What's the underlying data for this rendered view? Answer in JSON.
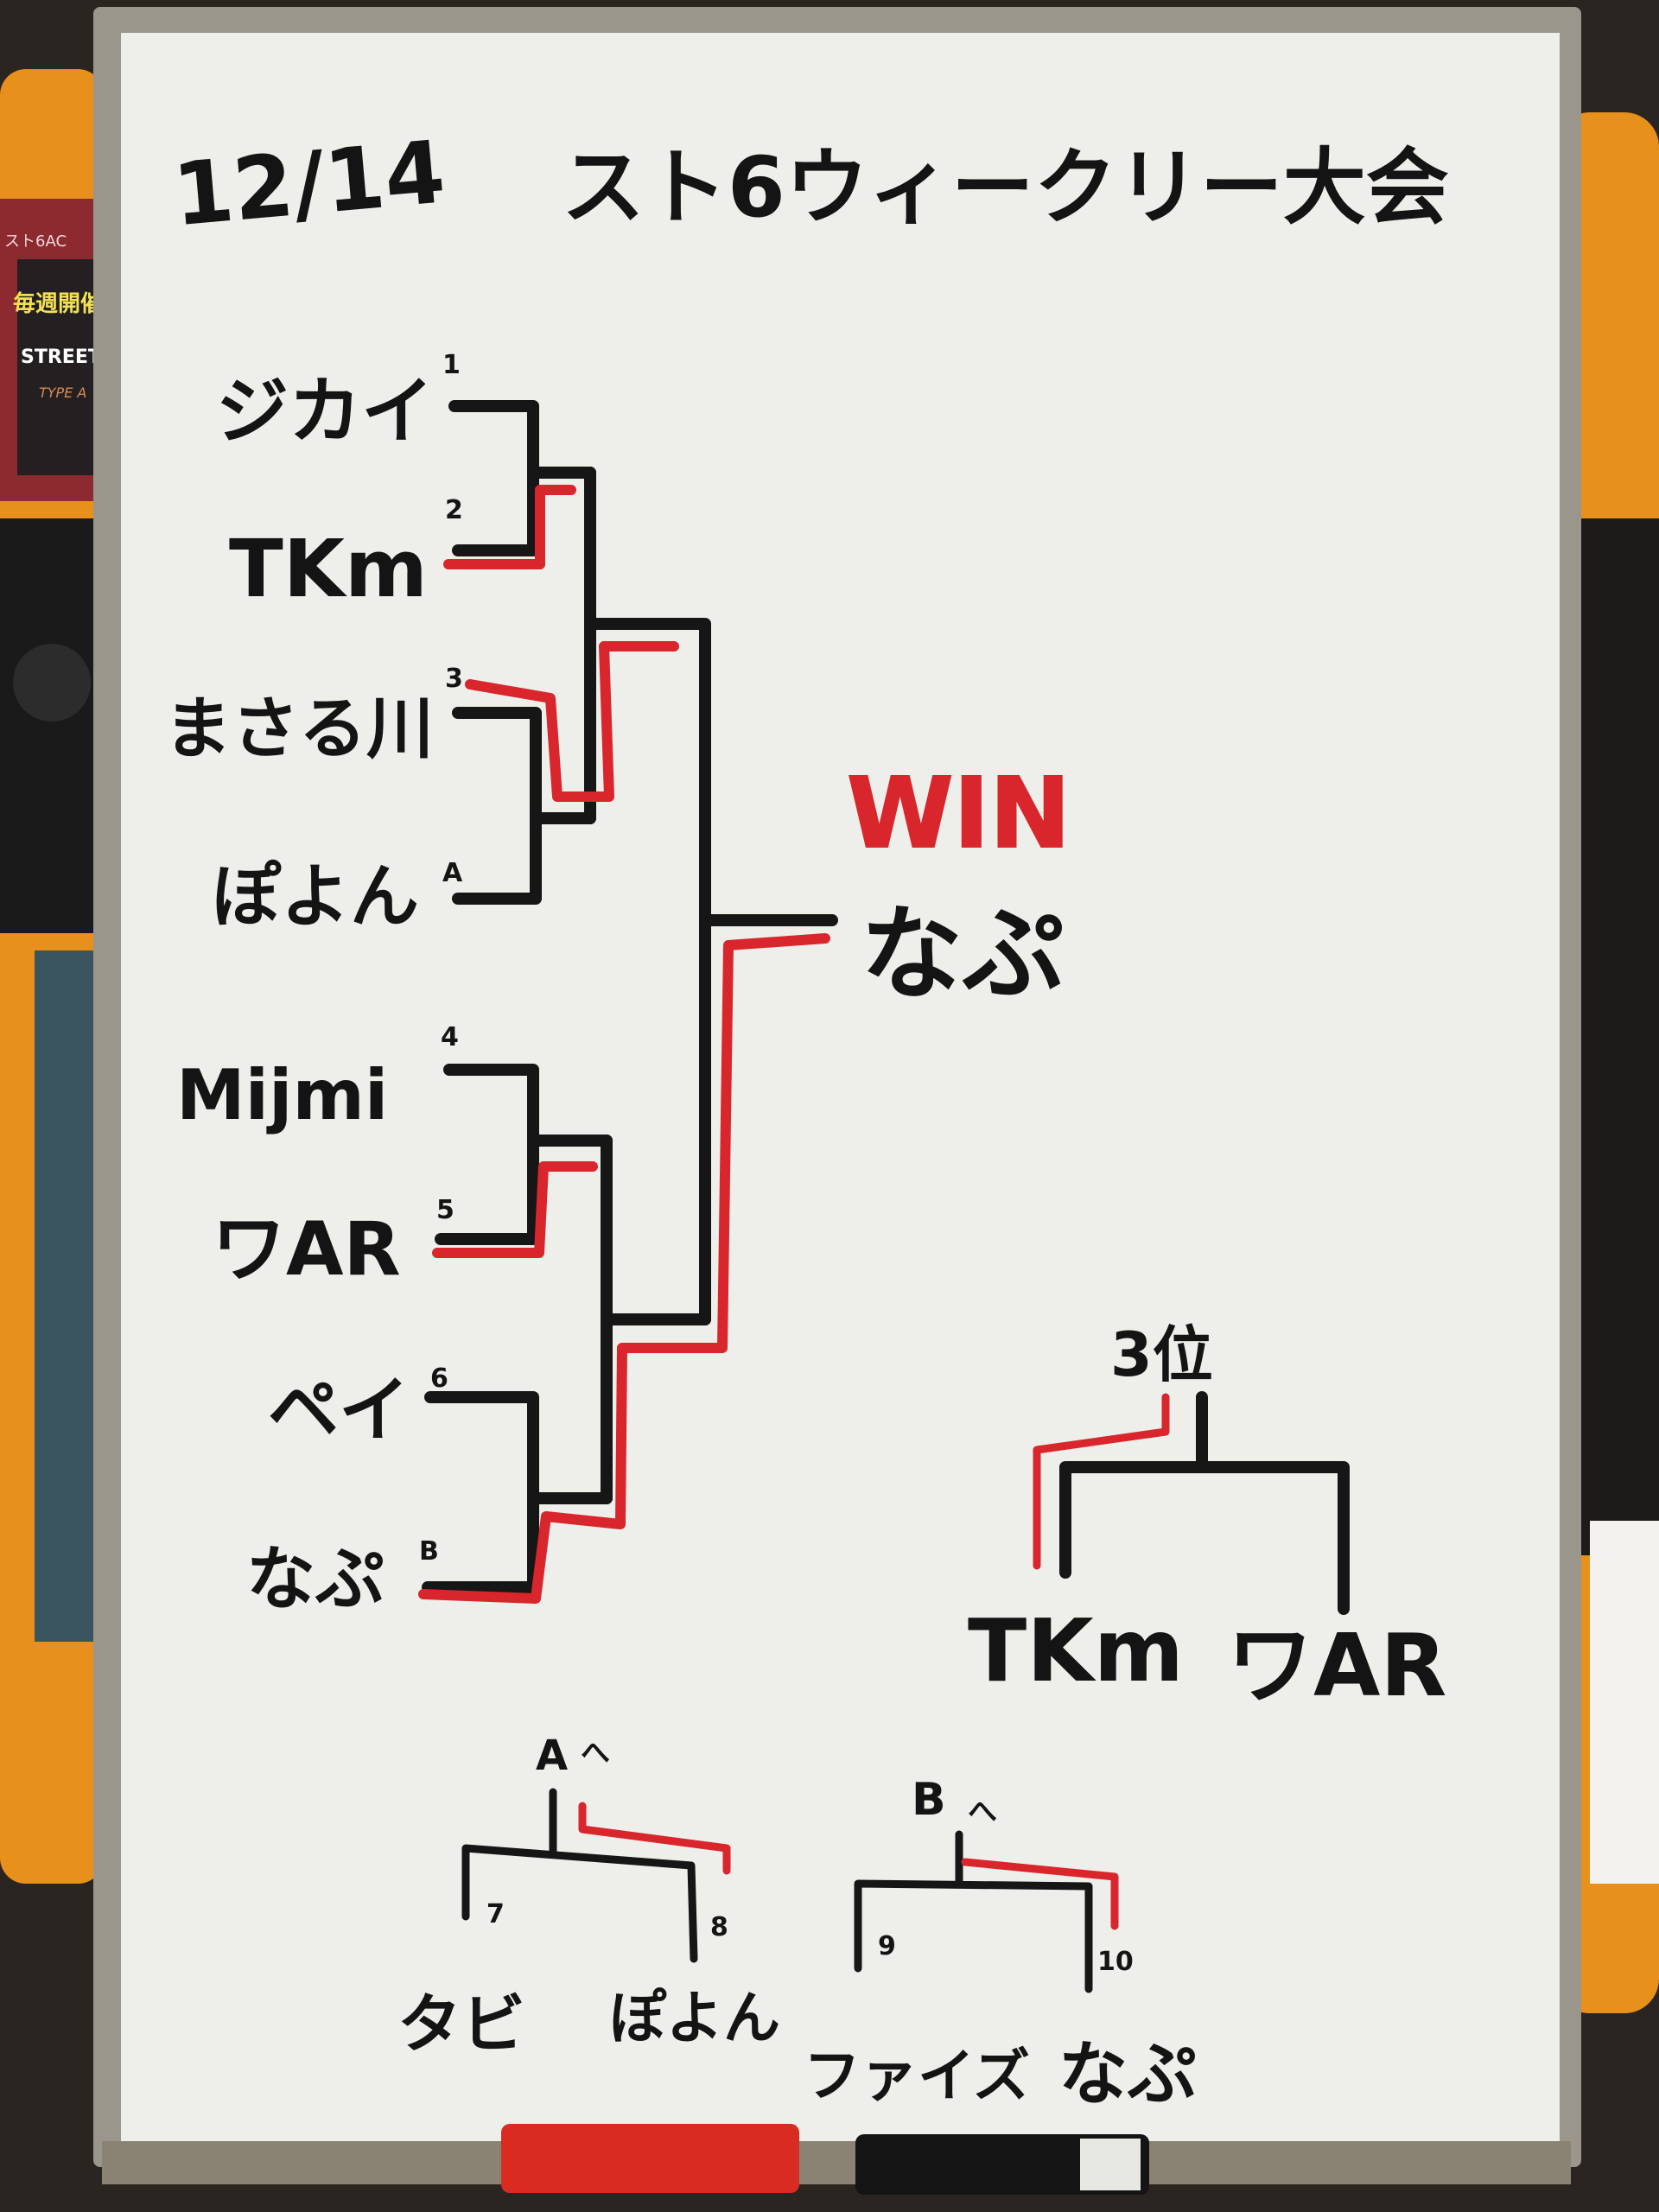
{
  "board": {
    "date": "12/14",
    "title": "スト6ウィークリー大会"
  },
  "main_bracket": {
    "players": [
      {
        "name": "ジカイ",
        "seed": "1"
      },
      {
        "name": "TKm",
        "seed": "2"
      },
      {
        "name": "まさる川",
        "seed": "3"
      },
      {
        "name": "ぽよん",
        "seed": "A"
      },
      {
        "name": "Mijmi",
        "seed": "4"
      },
      {
        "name": "ワAR",
        "seed": "5"
      },
      {
        "name": "ペイ",
        "seed": "6"
      },
      {
        "name": "なぷ",
        "seed": "B"
      }
    ],
    "winner_label": "WIN",
    "champion": "なぷ"
  },
  "third_place": {
    "label": "3位",
    "players": [
      "TKm",
      "ワAR"
    ],
    "winner": "TKm"
  },
  "qualifiers": [
    {
      "label": "A",
      "arrow": "へ",
      "players": [
        {
          "name": "タビ",
          "seed": "7"
        },
        {
          "name": "ぽよん",
          "seed": "8"
        }
      ],
      "winner": "ぽよん"
    },
    {
      "label": "B",
      "arrow": "へ",
      "players": [
        {
          "name": "ファイズ",
          "seed": "9"
        },
        {
          "name": "なぷ",
          "seed": "10"
        }
      ],
      "winner": "なぷ"
    }
  ],
  "background": {
    "poster_tag": "スト6AC",
    "poster_headline": "毎週開催",
    "poster_logo": "STREET",
    "poster_sub": "TYPE A"
  },
  "colors": {
    "board": "#eeeeea",
    "frame": "#9a968c",
    "marker_black": "#161616",
    "marker_red": "#d8262c",
    "cabinet_orange": "#e8901c"
  }
}
